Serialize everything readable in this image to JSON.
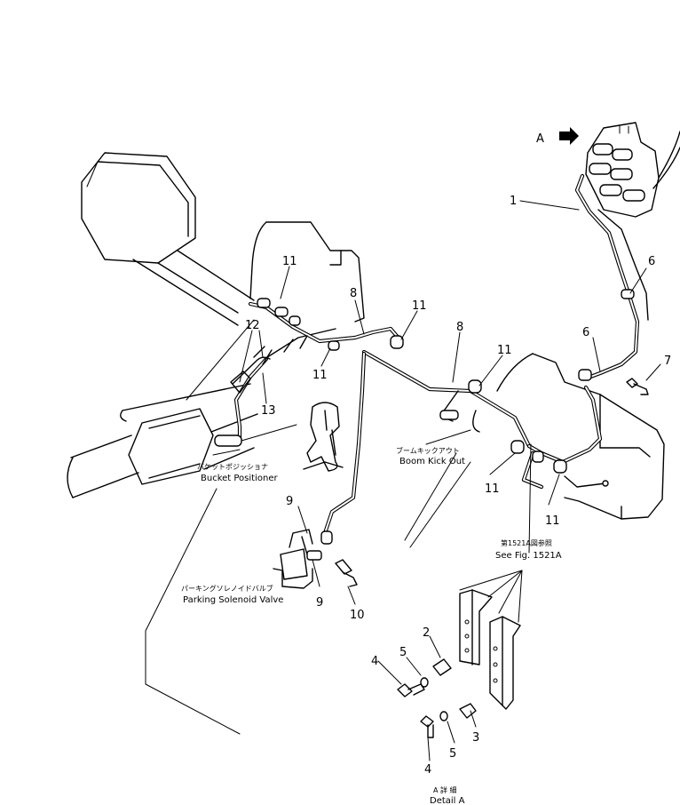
{
  "view_marker": {
    "letter": "A"
  },
  "part_numbers": {
    "p1": "1",
    "p2": "2",
    "p3": "3",
    "p4_top": "4",
    "p4_bottom": "4",
    "p5_top": "5",
    "p5_bottom": "5",
    "p6_upper": "6",
    "p6_lower": "6",
    "p7": "7",
    "p8_left": "8",
    "p8_right": "8",
    "p9_upper": "9",
    "p9_lower": "9",
    "p10": "10",
    "p11_a": "11",
    "p11_b": "11",
    "p11_c": "11",
    "p11_d": "11",
    "p11_e": "11",
    "p11_f": "11",
    "p12": "12",
    "p13": "13"
  },
  "labels": {
    "boom_kick_out_jp": "ブームキックアウト",
    "boom_kick_out_en": "Boom Kick Out",
    "bucket_positioner_jp": "バケットポジッショナ",
    "bucket_positioner_en": "Bucket Positioner",
    "see_fig_jp": "第1521A図参照",
    "see_fig_en": "See Fig. 1521A",
    "parking_valve_jp": "パーキングソレノイドバルブ",
    "parking_valve_en": "Parking Solenoid Valve",
    "detail_jp": "A 詳 細",
    "detail_en": "Detail A"
  }
}
